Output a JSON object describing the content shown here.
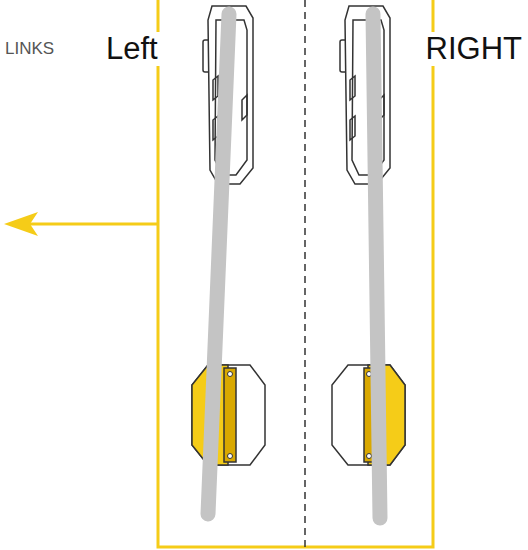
{
  "diagram": {
    "labels": [
      "LINKS",
      "Left",
      "RIGHT"
    ]
  }
}
